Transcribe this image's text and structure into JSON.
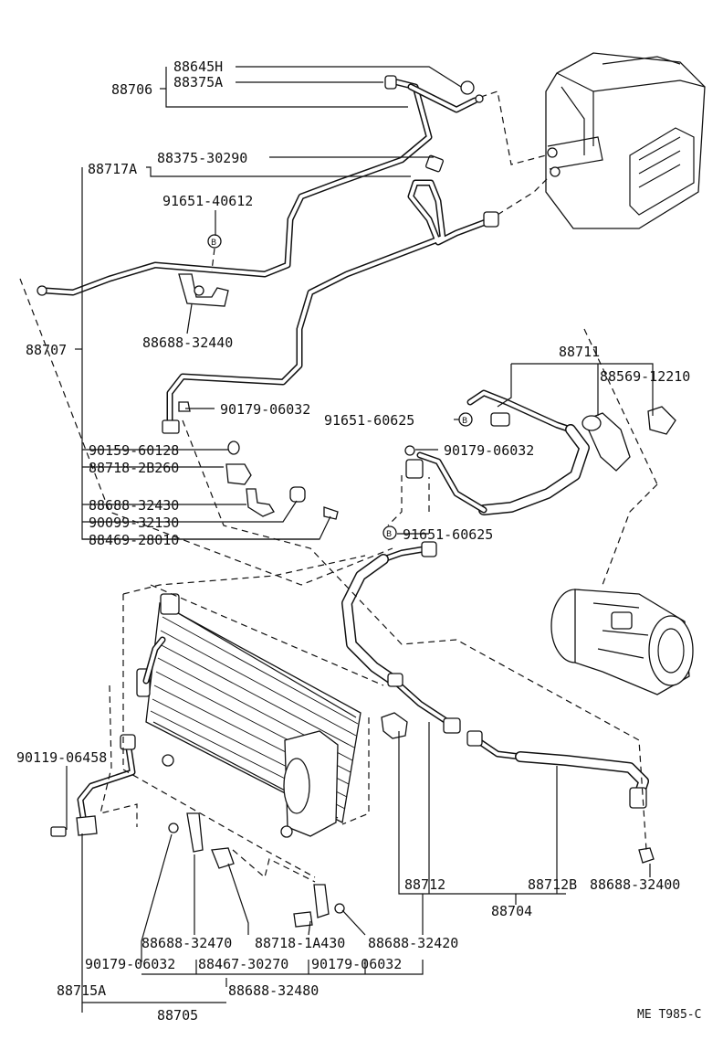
{
  "diagram": {
    "code": "ME T985-C",
    "labels": {
      "p88645H": "88645H",
      "p88375A": "88375A",
      "p88706": "88706",
      "p88717A": "88717A",
      "p88375_30290": "88375-30290",
      "p91651_40612": "91651-40612",
      "p88688_32440": "88688-32440",
      "p88707": "88707",
      "p90179_06032_a": "90179-06032",
      "p90159_60128": "90159-60128",
      "p88718_2B260": "88718-2B260",
      "p88688_32430": "88688-32430",
      "p90099_32130": "90099-32130",
      "p88469_28010": "88469-28010",
      "p88711": "88711",
      "p88569_12210": "88569-12210",
      "p91651_60625_a": "91651-60625",
      "p90179_06032_b": "90179-06032",
      "p91651_60625_b": "91651-60625",
      "p90119_06458": "90119-06458",
      "p88712": "88712",
      "p88712B": "88712B",
      "p88688_32400": "88688-32400",
      "p88704": "88704",
      "p88688_32470": "88688-32470",
      "p88718_1A430": "88718-1A430",
      "p88688_32420": "88688-32420",
      "p90179_06032_c": "90179-06032",
      "p88467_30270": "88467-30270",
      "p90179_06032_d": "90179-06032",
      "p88715A": "88715A",
      "p88688_32480": "88688-32480",
      "p88705": "88705"
    },
    "badge_letter": "B"
  }
}
